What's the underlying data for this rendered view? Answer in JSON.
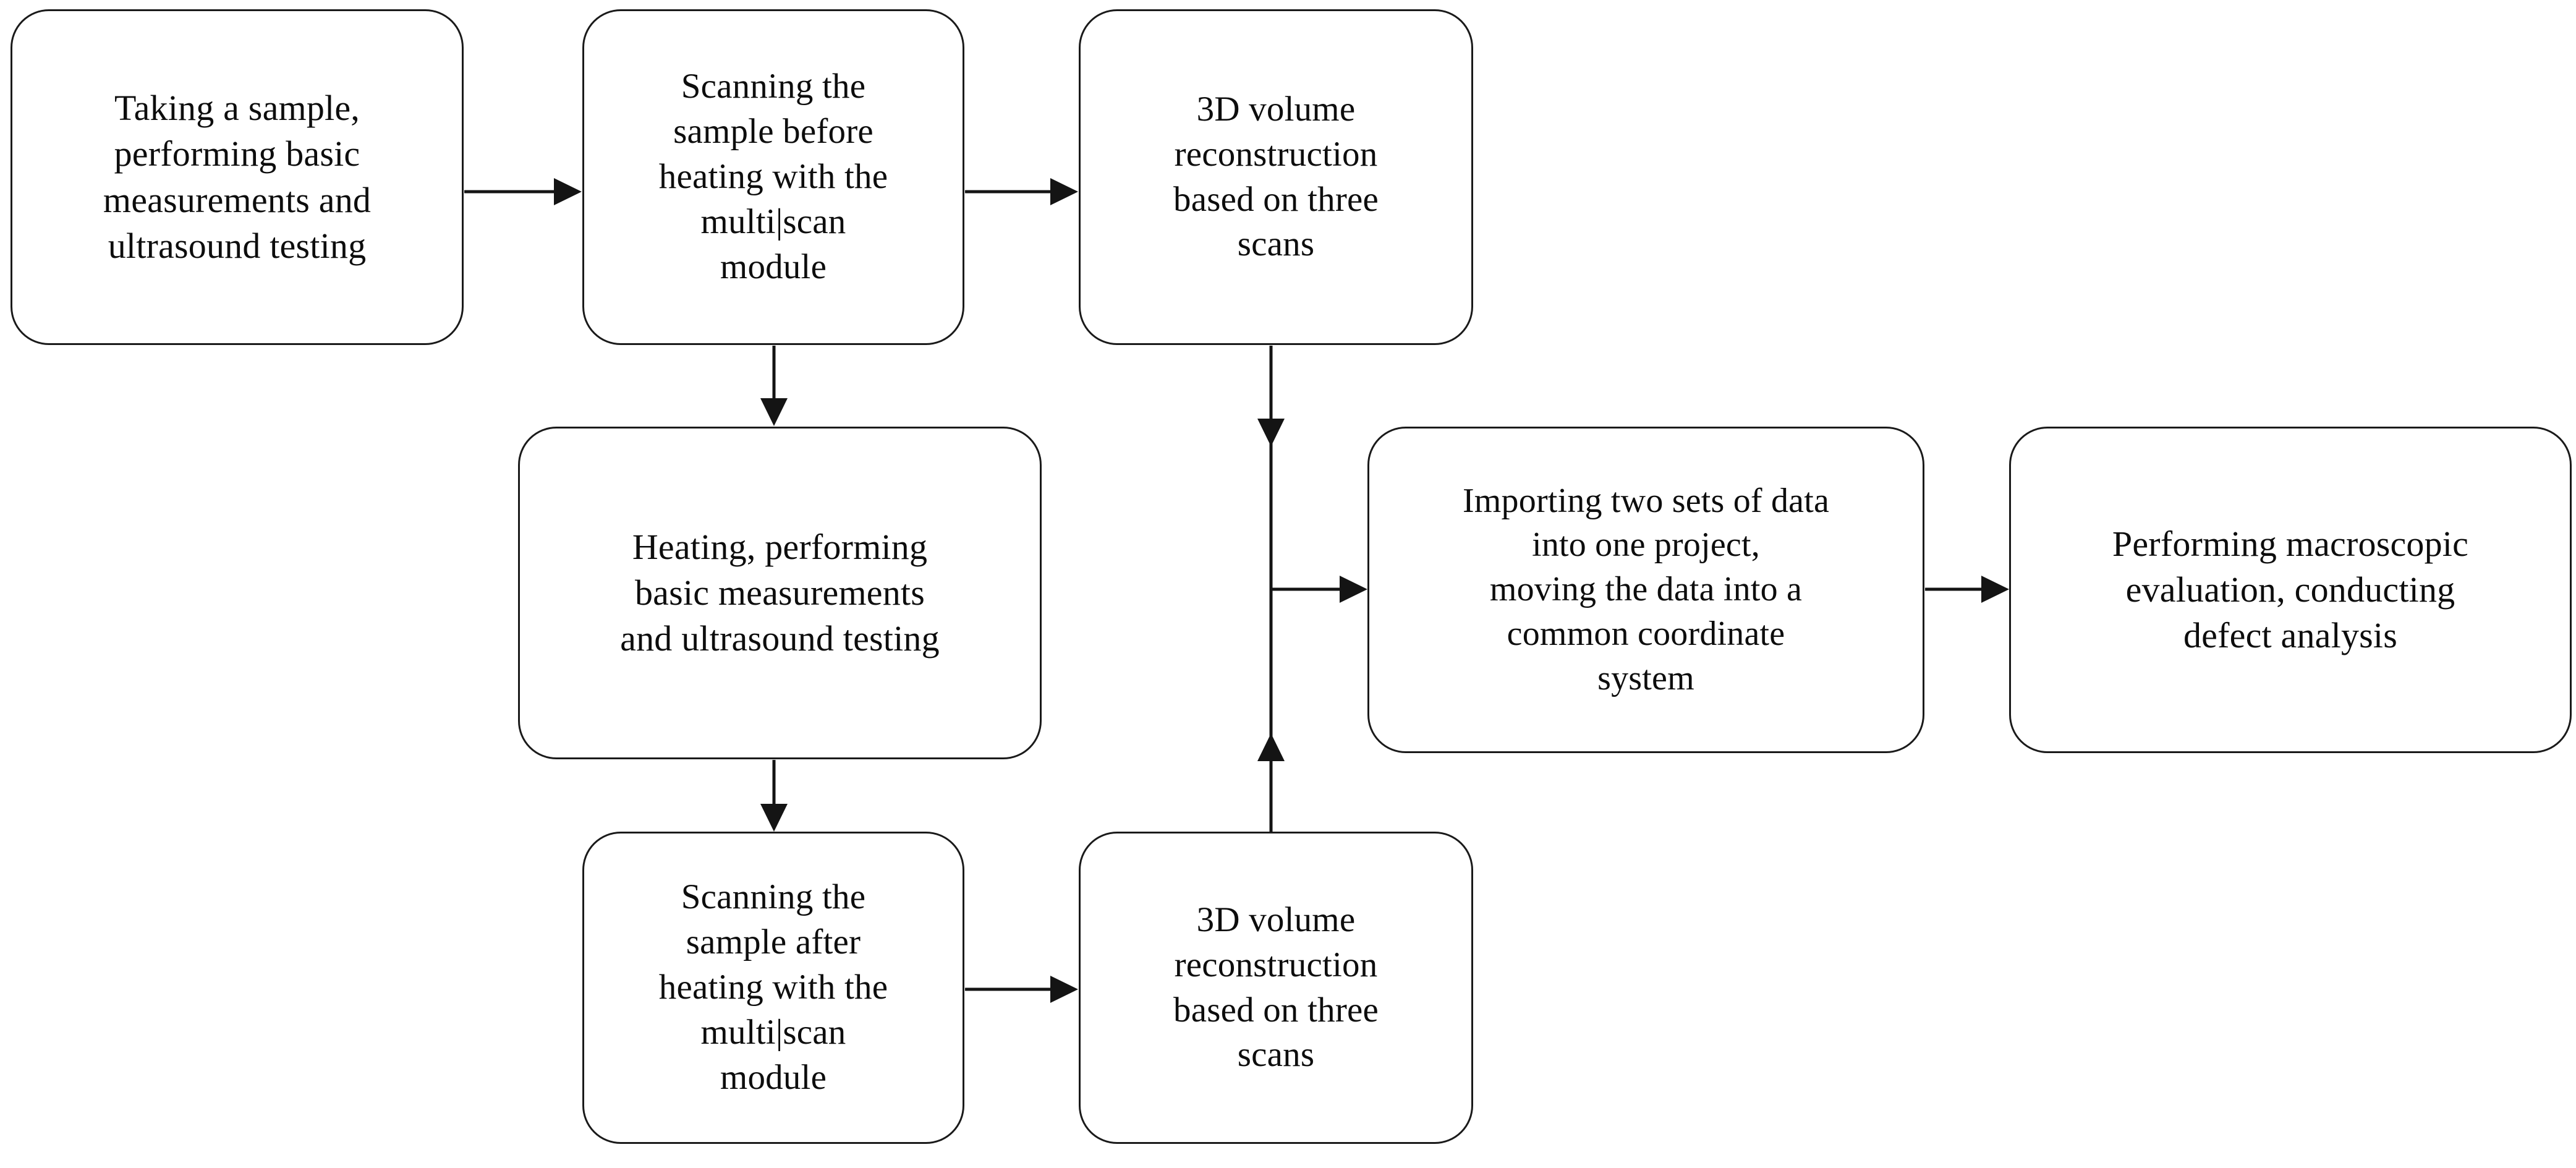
{
  "diagram": {
    "type": "flowchart",
    "orientation": "left-to-right with vertical branches",
    "background_color": "#ffffff",
    "stroke_color": "#141414",
    "text_color": "#0d0d0d",
    "nodes": [
      {
        "id": "take-sample",
        "label": "Taking a sample,\nperforming basic\nmeasurements and\nultrasound testing"
      },
      {
        "id": "scan-before",
        "label": "Scanning the\nsample before\nheating with the\nmulti|scan\nmodule"
      },
      {
        "id": "recon-before",
        "label": "3D volume\nreconstruction\nbased on three\nscans"
      },
      {
        "id": "heating",
        "label": "Heating, performing\nbasic measurements\nand ultrasound testing"
      },
      {
        "id": "import-merge",
        "label": "Importing two sets of data\ninto one project,\nmoving the data into a\ncommon coordinate\nsystem"
      },
      {
        "id": "macro-eval",
        "label": "Performing macroscopic\nevaluation, conducting\ndefect analysis"
      },
      {
        "id": "scan-after",
        "label": "Scanning the\nsample after\nheating with the\nmulti|scan\nmodule"
      },
      {
        "id": "recon-after",
        "label": "3D volume\nreconstruction\nbased on three\nscans"
      }
    ],
    "edges": [
      {
        "id": "e1",
        "from": "take-sample",
        "to": "scan-before",
        "direction": "right"
      },
      {
        "id": "e2",
        "from": "scan-before",
        "to": "recon-before",
        "direction": "right"
      },
      {
        "id": "e3",
        "from": "scan-before",
        "to": "heating",
        "direction": "down"
      },
      {
        "id": "e4",
        "from": "heating",
        "to": "scan-after",
        "direction": "down"
      },
      {
        "id": "e5",
        "from": "scan-after",
        "to": "recon-after",
        "direction": "right"
      },
      {
        "id": "e6",
        "from": "recon-before",
        "to": "merge-spine",
        "direction": "down"
      },
      {
        "id": "e7",
        "from": "recon-after",
        "to": "merge-spine",
        "direction": "up"
      },
      {
        "id": "e8",
        "from": "merge-spine",
        "to": "import-merge",
        "direction": "right"
      },
      {
        "id": "e9",
        "from": "import-merge",
        "to": "macro-eval",
        "direction": "right"
      }
    ]
  }
}
